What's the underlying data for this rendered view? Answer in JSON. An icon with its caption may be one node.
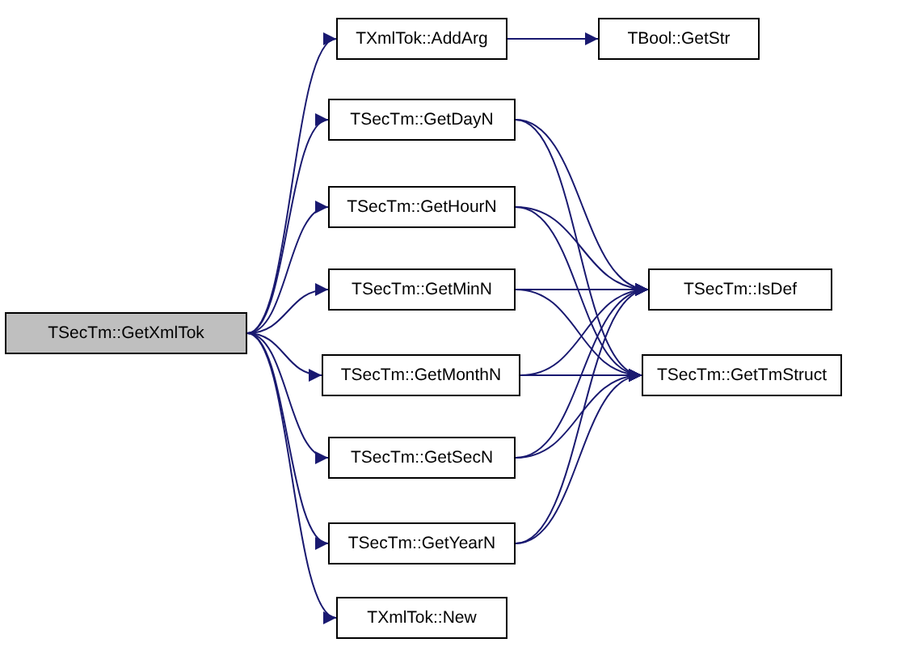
{
  "diagram": {
    "nodes": [
      {
        "text": [
          "TSecTm::GetXmlTok"
        ]
      },
      {
        "text": [
          "TXmlTok::AddArg"
        ]
      },
      {
        "text": [
          "TBool::GetStr"
        ]
      },
      {
        "text": [
          "TSecTm::GetDayN"
        ]
      },
      {
        "text": [
          "TSecTm::GetHourN"
        ]
      },
      {
        "text": [
          "TSecTm::GetMinN"
        ]
      },
      {
        "text": [
          "TSecTm::IsDef"
        ]
      },
      {
        "text": [
          "TSecTm::GetMonthN"
        ]
      },
      {
        "text": [
          "TSecTm::GetTmStruct"
        ]
      },
      {
        "text": [
          "TSecTm::GetSecN"
        ]
      },
      {
        "text": [
          "TSecTm::GetYearN"
        ]
      },
      {
        "text": [
          "TXmlTok::New"
        ]
      }
    ],
    "edges": [
      {
        "from": 0,
        "to": 1,
        "arrow": "to"
      },
      {
        "from": 0,
        "to": 3,
        "arrow": "to"
      },
      {
        "from": 0,
        "to": 4,
        "arrow": "to"
      },
      {
        "from": 0,
        "to": 5,
        "arrow": "to"
      },
      {
        "from": 0,
        "to": 7,
        "arrow": "to"
      },
      {
        "from": 0,
        "to": 9,
        "arrow": "to"
      },
      {
        "from": 0,
        "to": 10,
        "arrow": "to"
      },
      {
        "from": 0,
        "to": 11,
        "arrow": "to"
      },
      {
        "from": 1,
        "to": 2,
        "arrow": "to"
      },
      {
        "from": 3,
        "to": 6,
        "arrow": "to"
      },
      {
        "from": 3,
        "to": 8,
        "arrow": "to"
      },
      {
        "from": 4,
        "to": 6,
        "arrow": "to"
      },
      {
        "from": 4,
        "to": 8,
        "arrow": "to"
      },
      {
        "from": 5,
        "to": 6,
        "arrow": "to"
      },
      {
        "from": 5,
        "to": 8,
        "arrow": "to"
      },
      {
        "from": 7,
        "to": 6,
        "arrow": "to"
      },
      {
        "from": 7,
        "to": 8,
        "arrow": "to"
      },
      {
        "from": 9,
        "to": 6,
        "arrow": "to"
      },
      {
        "from": 9,
        "to": 8,
        "arrow": "to"
      },
      {
        "from": 10,
        "to": 6,
        "arrow": "to"
      },
      {
        "from": 10,
        "to": 8,
        "arrow": "to"
      }
    ]
  }
}
